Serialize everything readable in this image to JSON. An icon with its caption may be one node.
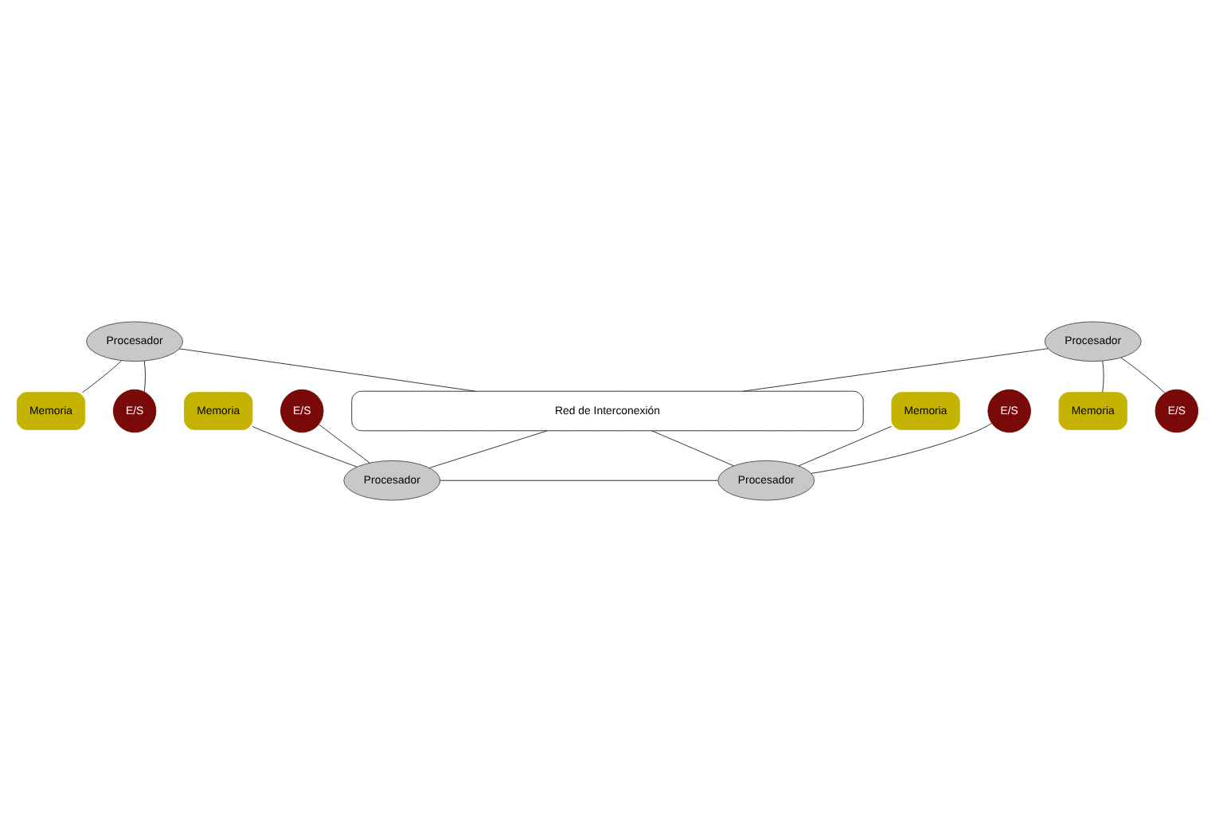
{
  "diagram": {
    "nodes": [
      {
        "text": [
          "Procesador"
        ]
      },
      {
        "text": [
          "Procesador"
        ]
      },
      {
        "text": [
          "Memoria"
        ]
      },
      {
        "text": [
          "E/S"
        ]
      },
      {
        "text": [
          "Memoria"
        ]
      },
      {
        "text": [
          "E/S"
        ]
      },
      {
        "text": [
          "Red de Interconexión"
        ]
      },
      {
        "text": [
          "Memoria"
        ]
      },
      {
        "text": [
          "E/S"
        ]
      },
      {
        "text": [
          "Memoria"
        ]
      },
      {
        "text": [
          "E/S"
        ]
      },
      {
        "text": [
          "Procesador"
        ]
      },
      {
        "text": [
          "Procesador"
        ]
      }
    ],
    "edges": [
      {
        "from": 0,
        "to": 6,
        "arrow": "none"
      },
      {
        "from": 1,
        "to": 6,
        "arrow": "none"
      },
      {
        "from": 2,
        "to": 0,
        "arrow": "none"
      },
      {
        "from": 3,
        "to": 0,
        "arrow": "none"
      },
      {
        "from": 4,
        "to": 1,
        "arrow": "none"
      },
      {
        "from": 5,
        "to": 1,
        "arrow": "none"
      },
      {
        "from": 6,
        "to": 11,
        "arrow": "none"
      },
      {
        "from": 6,
        "to": 12,
        "arrow": "none"
      },
      {
        "from": 7,
        "to": 11,
        "arrow": "none"
      },
      {
        "from": 8,
        "to": 11,
        "arrow": "none"
      },
      {
        "from": 9,
        "to": 12,
        "arrow": "none"
      },
      {
        "from": 10,
        "to": 12,
        "arrow": "none"
      },
      {
        "from": 11,
        "to": 12,
        "arrow": "none"
      }
    ]
  }
}
